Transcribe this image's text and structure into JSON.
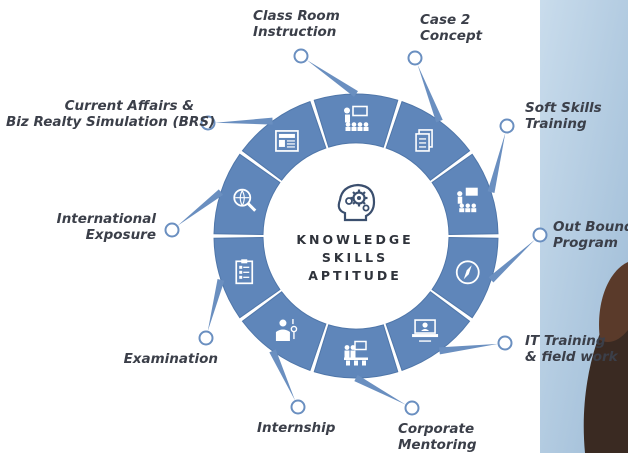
{
  "center": {
    "lines": [
      "KNOWLEDGE",
      "SKILLS",
      "APTITUDE"
    ],
    "icon": "head-gears-icon"
  },
  "segments": [
    {
      "label_lines": [
        "Class Room",
        "Instruction"
      ],
      "icon": "classroom-teacher-icon"
    },
    {
      "label_lines": [
        "Case 2",
        "Concept"
      ],
      "icon": "documents-icon"
    },
    {
      "label_lines": [
        "Soft Skills",
        "Training"
      ],
      "icon": "presentation-audience-icon"
    },
    {
      "label_lines": [
        "Out Bound",
        "Program"
      ],
      "icon": "compass-icon"
    },
    {
      "label_lines": [
        "IT Training",
        "& field work"
      ],
      "icon": "laptop-support-icon"
    },
    {
      "label_lines": [
        "Corporate",
        "Mentoring"
      ],
      "icon": "meeting-icon"
    },
    {
      "label_lines": [
        "Internship"
      ],
      "icon": "doctor-intern-icon"
    },
    {
      "label_lines": [
        "Examination"
      ],
      "icon": "exam-clipboard-icon"
    },
    {
      "label_lines": [
        "International",
        "Exposure"
      ],
      "icon": "globe-magnifier-icon"
    },
    {
      "label_lines": [
        "Current Affairs &",
        "Biz Realty Simulation (BRS)"
      ],
      "icon": "newspaper-icon"
    }
  ],
  "colors": {
    "segment": "#5f86ba",
    "segment_edge": "#4f76a9",
    "connector": "#6a8fc0",
    "text": "#3b3f49",
    "photo_sky": "#b7cfe3"
  }
}
